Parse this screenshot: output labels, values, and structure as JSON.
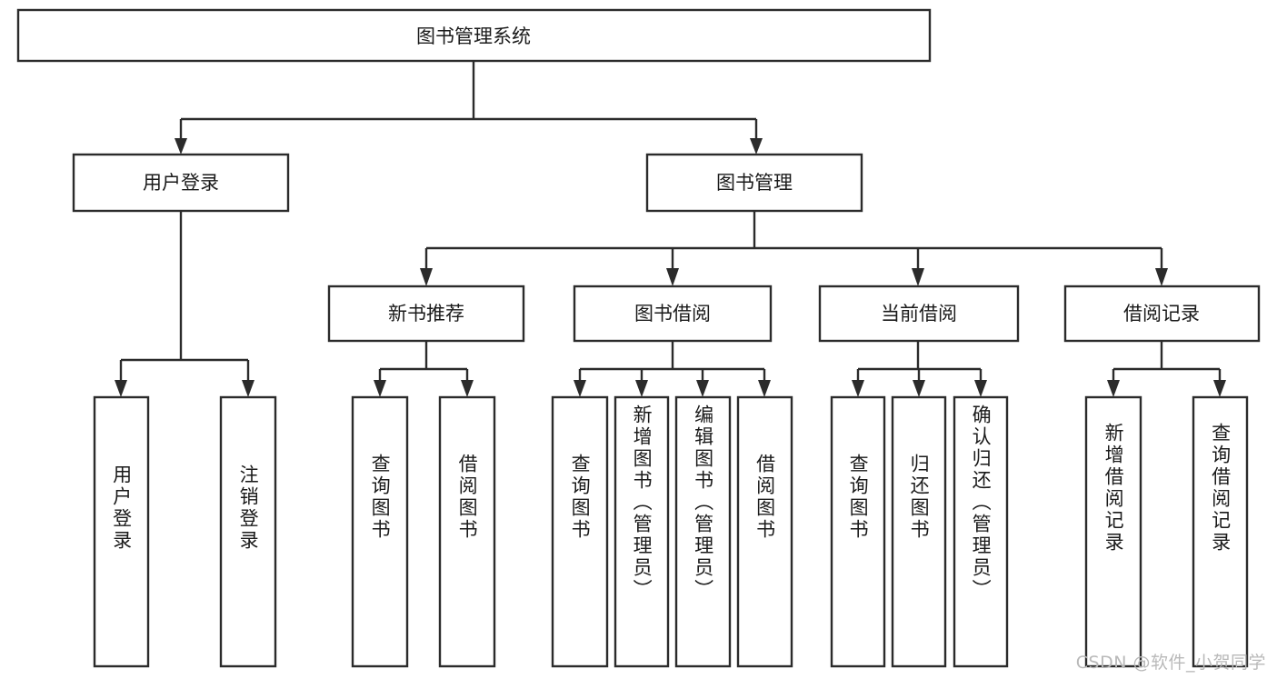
{
  "diagram": {
    "title": "图书管理系统",
    "type": "tree-hierarchy-diagram",
    "colors": {
      "stroke": "#2b2b2b",
      "fill": "#ffffff",
      "text": "#1a1a1a",
      "watermark": "#b9b9b9"
    },
    "root": {
      "label": "图书管理系统"
    },
    "level2": [
      {
        "label": "用户登录"
      },
      {
        "label": "图书管理"
      }
    ],
    "level3": [
      {
        "label": "新书推荐"
      },
      {
        "label": "图书借阅"
      },
      {
        "label": "当前借阅"
      },
      {
        "label": "借阅记录"
      }
    ],
    "leaves": [
      {
        "label": "用户登录",
        "parent": "用户登录"
      },
      {
        "label": "注销登录",
        "parent": "用户登录"
      },
      {
        "label": "查询图书",
        "parent": "新书推荐"
      },
      {
        "label": "借阅图书",
        "parent": "新书推荐"
      },
      {
        "label": "查询图书",
        "parent": "图书借阅"
      },
      {
        "label": "新增图书（管理员）",
        "parent": "图书借阅"
      },
      {
        "label": "编辑图书（管理员）",
        "parent": "图书借阅"
      },
      {
        "label": "借阅图书",
        "parent": "图书借阅"
      },
      {
        "label": "查询图书",
        "parent": "当前借阅"
      },
      {
        "label": "归还图书",
        "parent": "当前借阅"
      },
      {
        "label": "确认归还（管理员）",
        "parent": "当前借阅"
      },
      {
        "label": "新增借阅记录",
        "parent": "借阅记录"
      },
      {
        "label": "查询借阅记录",
        "parent": "借阅记录"
      }
    ],
    "watermark": "CSDN @软件_小贺同学"
  }
}
